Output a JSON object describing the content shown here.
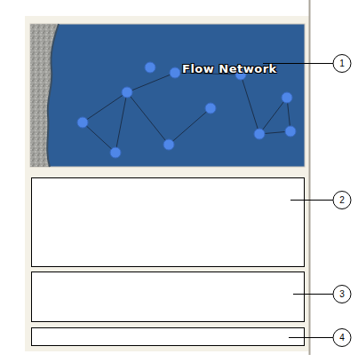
{
  "diagram": {
    "labels": [
      "Flow Network",
      "1",
      "2",
      "3",
      "4"
    ]
  }
}
